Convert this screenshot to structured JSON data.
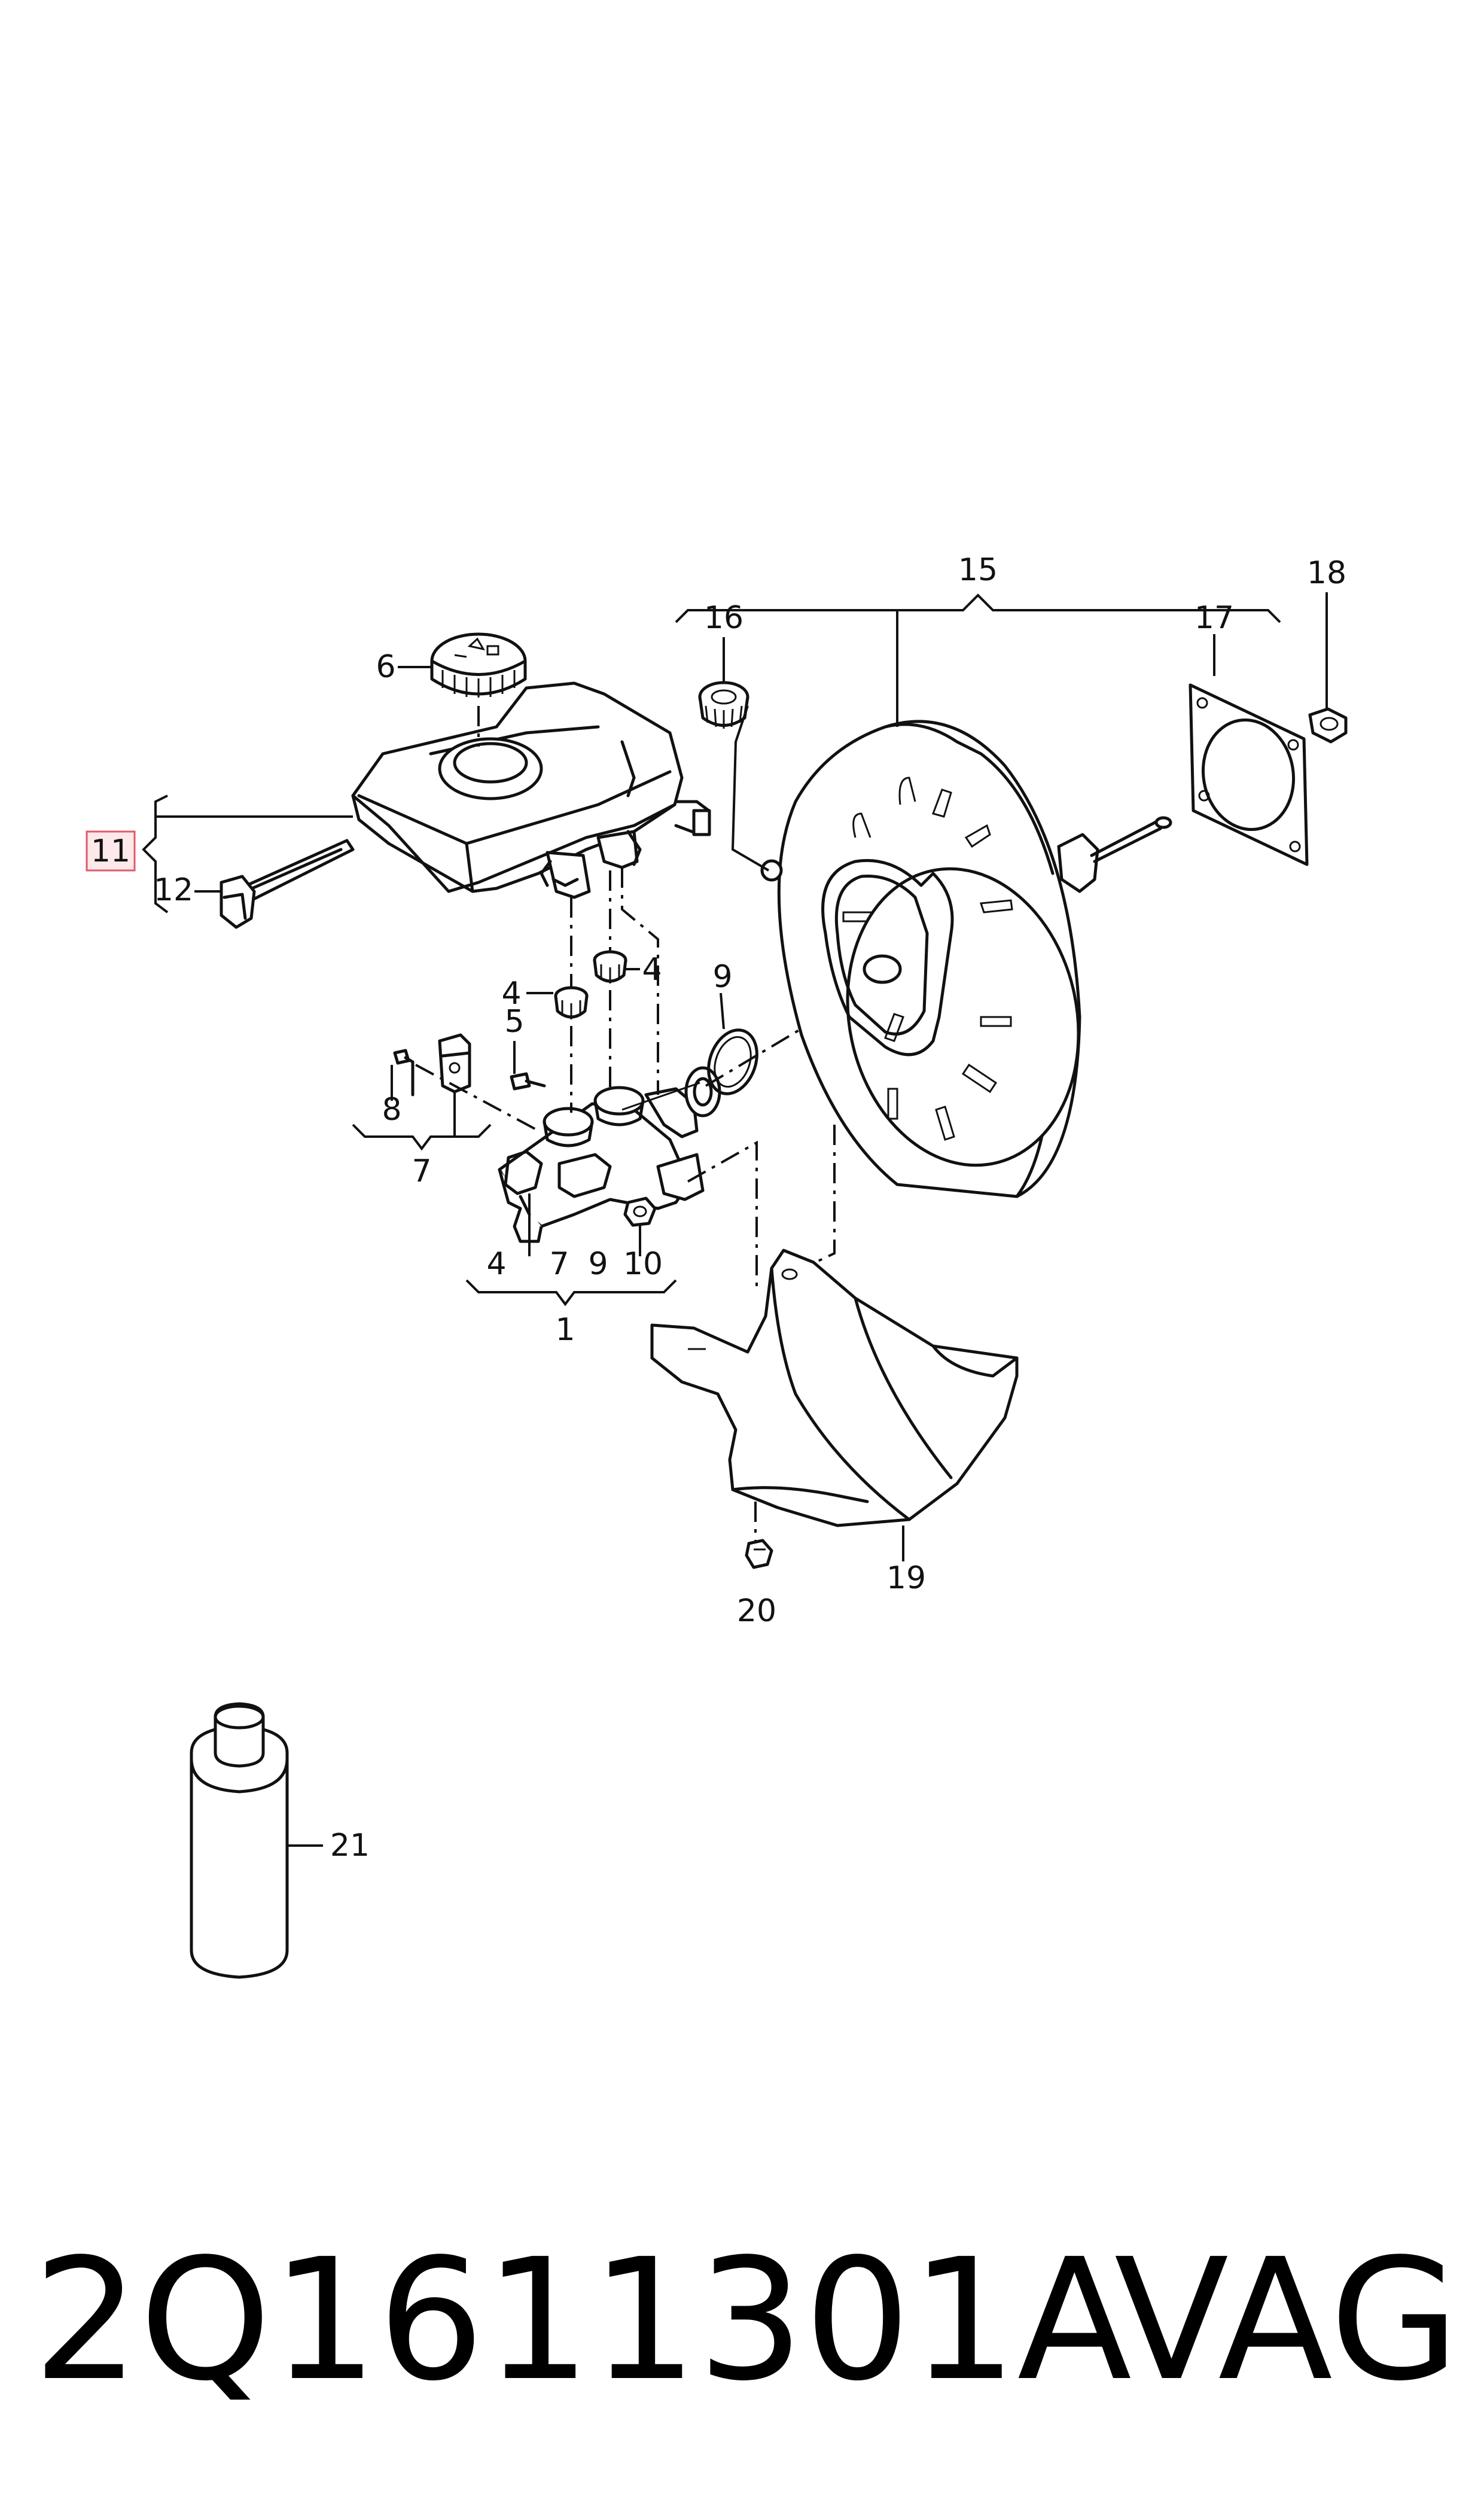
{
  "callouts": {
    "c1": "1",
    "c4a": "4",
    "c4b": "4",
    "c4c": "4",
    "c5": "5",
    "c6": "6",
    "c7a": "7",
    "c7b": "7",
    "c8": "8",
    "c9a": "9",
    "c9b": "9",
    "c10": "10",
    "c11": "11",
    "c12": "12",
    "c15": "15",
    "c16": "16",
    "c17": "17",
    "c18": "18",
    "c19": "19",
    "c20": "20",
    "c21": "21"
  },
  "footer": {
    "part_number": "2Q1611301A",
    "brand": "VAG"
  },
  "highlight_color": "#e05a6a"
}
